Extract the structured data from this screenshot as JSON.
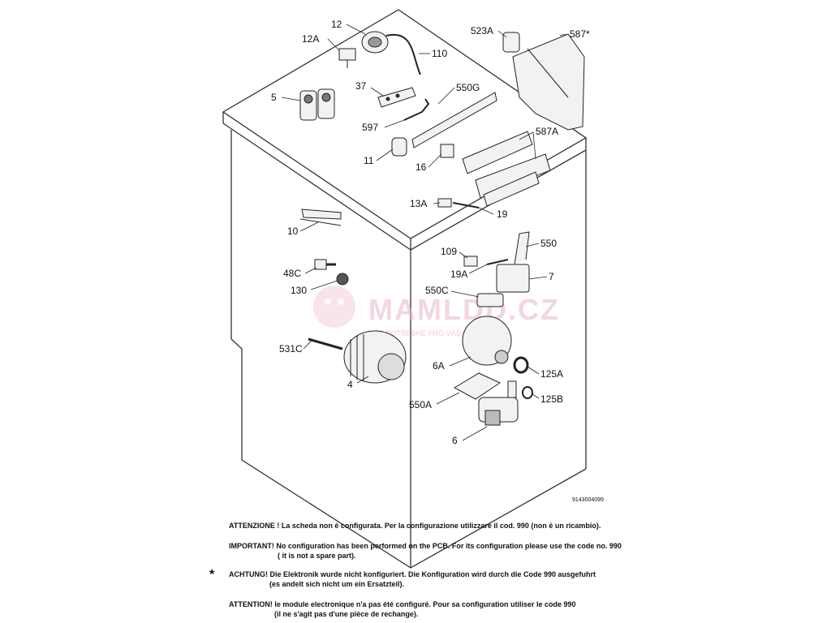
{
  "doc_code": "9143004099",
  "watermark": {
    "brand": "MAMLDD.CZ",
    "tagline": "VŠE POTŘEBNÉ PRO VÁŠ DOMÁCNOST"
  },
  "callouts": [
    "12",
    "12A",
    "110",
    "5",
    "37",
    "550G",
    "597",
    "11",
    "16",
    "523A",
    "587*",
    "587A",
    "13A",
    "19",
    "10",
    "109",
    "550",
    "19A",
    "7",
    "48C",
    "130",
    "550C",
    "531C",
    "6A",
    "125A",
    "4",
    "550A",
    "125B",
    "6"
  ],
  "notes": {
    "it": {
      "line1": "ATTENZIONE ! La scheda non è configurata. Per la configurazione utilizzare il cod. 990 (non è un ricambio)."
    },
    "en": {
      "line1": "IMPORTANT! No configuration has been performed on the PCB. For its configuration please use the code no. 990",
      "line2": "( it is not a spare part)."
    },
    "de": {
      "marker": "*",
      "line1": "ACHTUNG! Die Elektronik wurde nicht konfiguriert. Die Konfiguration wird durch die Code 990 ausgefuhrt",
      "line2": "(es andelt sich nicht um ein Ersatzteil)."
    },
    "fr": {
      "line1": "ATTENTION! le module electronique n'a pas été configuré. Pour  sa configuration utiliser le code 990",
      "line2": "(il ne s'agit pas d'une pièce de rechange)."
    }
  }
}
